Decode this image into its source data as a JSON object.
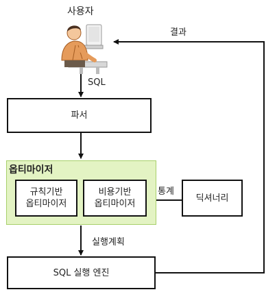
{
  "user_label": "사용자",
  "result_label": "결과",
  "sql_label": "SQL",
  "parser_label": "파서",
  "optimizer_title": "옵티마이저",
  "rule_based_line1": "규칙기반",
  "rule_based_line2": "옵티마이저",
  "cost_based_line1": "비용기반",
  "cost_based_line2": "옵티마이저",
  "statistics_label": "통계",
  "dictionary_label": "딕셔너리",
  "execution_plan_label": "실행계획",
  "sql_engine_label": "SQL 실행 엔진"
}
